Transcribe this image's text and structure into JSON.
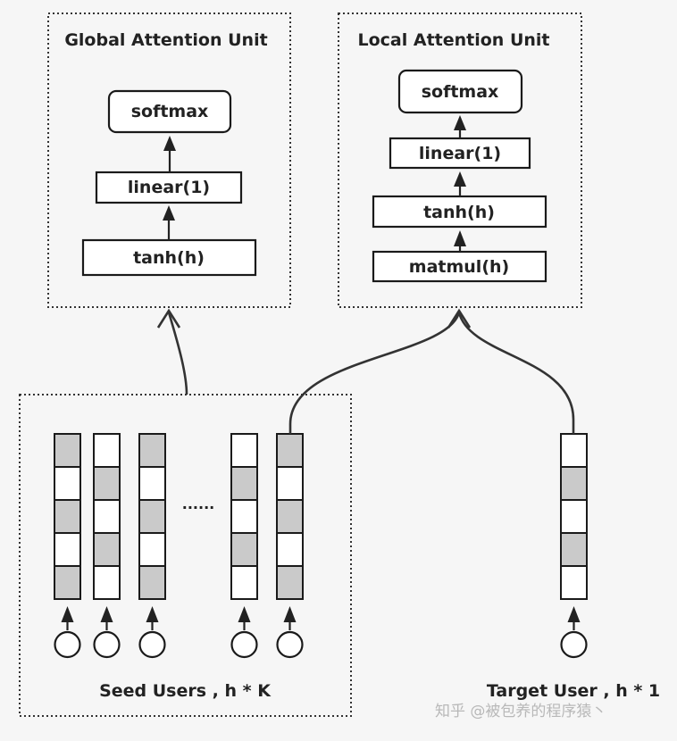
{
  "global_unit": {
    "title": "Global Attention Unit",
    "layers": [
      "softmax",
      "linear(1)",
      "tanh(h)"
    ]
  },
  "local_unit": {
    "title": "Local Attention Unit",
    "layers": [
      "softmax",
      "linear(1)",
      "tanh(h)",
      "matmul(h)"
    ]
  },
  "seed_users": {
    "label": "Seed Users , h * K",
    "ellipsis": "......",
    "vectors": [
      [
        1,
        0,
        1,
        0,
        1
      ],
      [
        0,
        1,
        0,
        1,
        0
      ],
      [
        1,
        0,
        1,
        0,
        1
      ],
      [
        0,
        1,
        0,
        1,
        0
      ],
      [
        1,
        0,
        1,
        0,
        1
      ]
    ]
  },
  "target_user": {
    "label": "Target User , h * 1",
    "vector": [
      0,
      1,
      0,
      1,
      0
    ]
  },
  "watermark": "知乎 @被包养的程序猿丶",
  "colors": {
    "shaded_cell": "#cacaca",
    "background": "#f6f6f6"
  }
}
